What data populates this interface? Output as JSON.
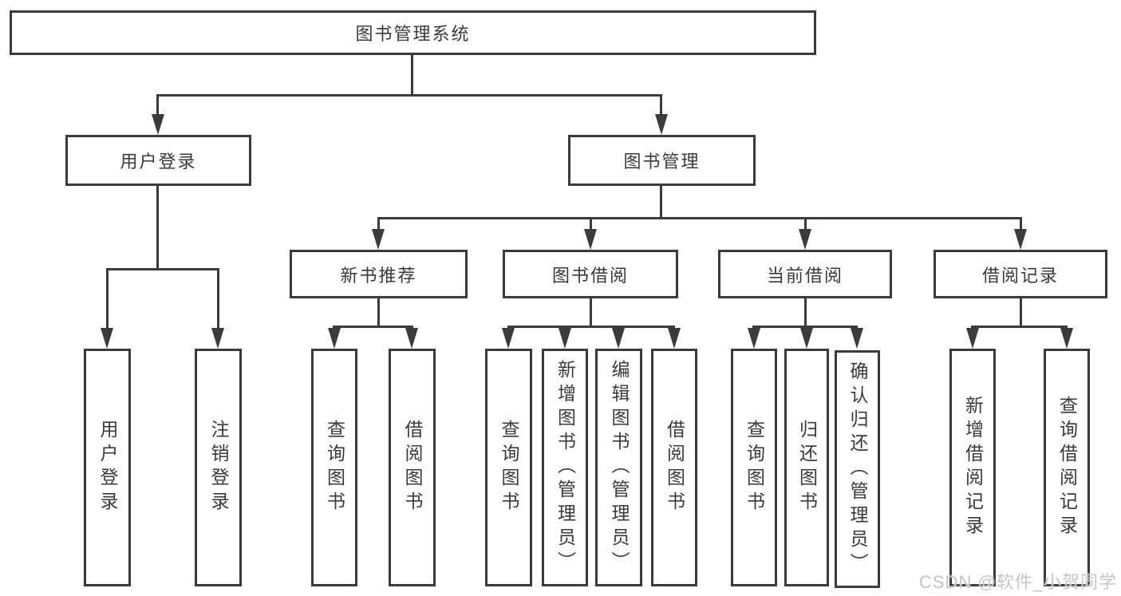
{
  "nodes": {
    "root": {
      "label": "图书管理系统"
    },
    "level2": [
      {
        "label": "用户登录"
      },
      {
        "label": "图书管理"
      }
    ],
    "level3": [
      {
        "label": "新书推荐"
      },
      {
        "label": "图书借阅"
      },
      {
        "label": "当前借阅"
      },
      {
        "label": "借阅记录"
      }
    ],
    "leaves": {
      "user_login": [
        {
          "label": "用户登录"
        },
        {
          "label": "注销登录"
        }
      ],
      "new_book_recommend": [
        {
          "label": "查询图书"
        },
        {
          "label": "借阅图书"
        }
      ],
      "book_borrowing": [
        {
          "label": "查询图书"
        },
        {
          "label": "新增图书（管理员）"
        },
        {
          "label": "编辑图书（管理员）"
        },
        {
          "label": "借阅图书"
        }
      ],
      "current_borrowing": [
        {
          "label": "查询图书"
        },
        {
          "label": "归还图书"
        },
        {
          "label": "确认归还（管理员）"
        }
      ],
      "borrowing_records": [
        {
          "label": "新增借阅记录"
        },
        {
          "label": "查询借阅记录"
        }
      ]
    }
  },
  "watermark": {
    "text": "CSDN @软件_小贺同学"
  },
  "colors": {
    "line": "#3b3b3b",
    "text": "#3a3a3a",
    "watermark": "#c5c5c5",
    "background": "#ffffff"
  }
}
